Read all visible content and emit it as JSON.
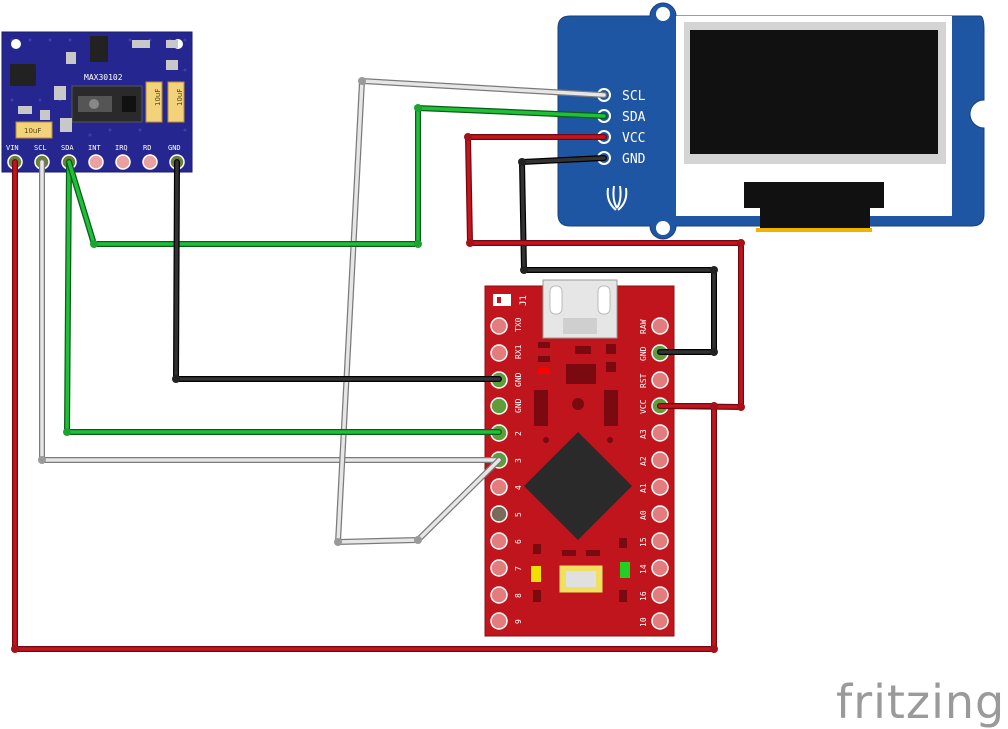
{
  "sensor": {
    "chip_label": "MAX30102",
    "pins": [
      "VIN",
      "SCL",
      "SDA",
      "INT",
      "IRQ",
      "RD",
      "GND"
    ],
    "cap_labels": [
      "10uF",
      "10uF",
      "10uF"
    ]
  },
  "oled": {
    "pins": [
      "SCL",
      "SDA",
      "VCC",
      "GND"
    ]
  },
  "arduino": {
    "left_pins": [
      "TX0",
      "RX1",
      "GND",
      "GND",
      "2",
      "3",
      "4",
      "5",
      "6",
      "7",
      "8",
      "9"
    ],
    "right_pins": [
      "RAW",
      "GND",
      "RST",
      "VCC",
      "A3",
      "A2",
      "A1",
      "A0",
      "15",
      "14",
      "16",
      "10"
    ],
    "header_label": "J1"
  },
  "wire_colors": {
    "red": "#b0121b",
    "green": "#12a52b",
    "black": "#1d1d1d",
    "gray": "#c8c8c8"
  },
  "logo": "fritzing"
}
